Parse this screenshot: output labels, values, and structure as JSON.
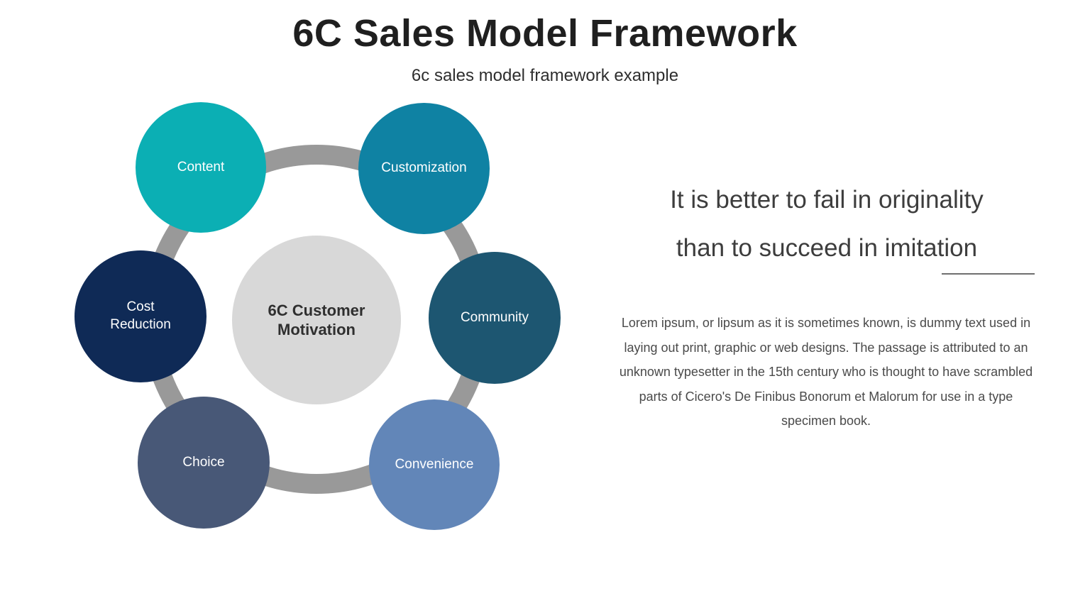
{
  "page": {
    "background_color": "#ffffff"
  },
  "header": {
    "title": "6C Sales Model Framework",
    "subtitle": "6c sales model framework example"
  },
  "diagram": {
    "ring_color": "#999999",
    "center": {
      "label": "6C Customer Motivation",
      "color": "#d8d8d8",
      "text_color": "#2f2f2f"
    },
    "nodes": [
      {
        "id": "content",
        "label": "Content",
        "color": "#0bafb4"
      },
      {
        "id": "customization",
        "label": "Customization",
        "color": "#0f82a3"
      },
      {
        "id": "community",
        "label": "Community",
        "color": "#1d5671"
      },
      {
        "id": "convenience",
        "label": "Convenience",
        "color": "#6286b8"
      },
      {
        "id": "choice",
        "label": "Choice",
        "color": "#485877"
      },
      {
        "id": "cost-reduction",
        "label": "Cost Reduction",
        "color": "#0f2a56"
      }
    ]
  },
  "aside": {
    "quote_line1": "It is better to fail in originality",
    "quote_line2": "than to succeed in imitation",
    "divider_color": "#6f6f6f",
    "paragraph": "Lorem ipsum, or lipsum as it is sometimes known, is dummy text used in laying out print, graphic or web designs. The passage is attributed to an unknown typesetter in the 15th century who is thought to have scrambled parts of Cicero's De Finibus Bonorum et Malorum for use in a type specimen book."
  }
}
